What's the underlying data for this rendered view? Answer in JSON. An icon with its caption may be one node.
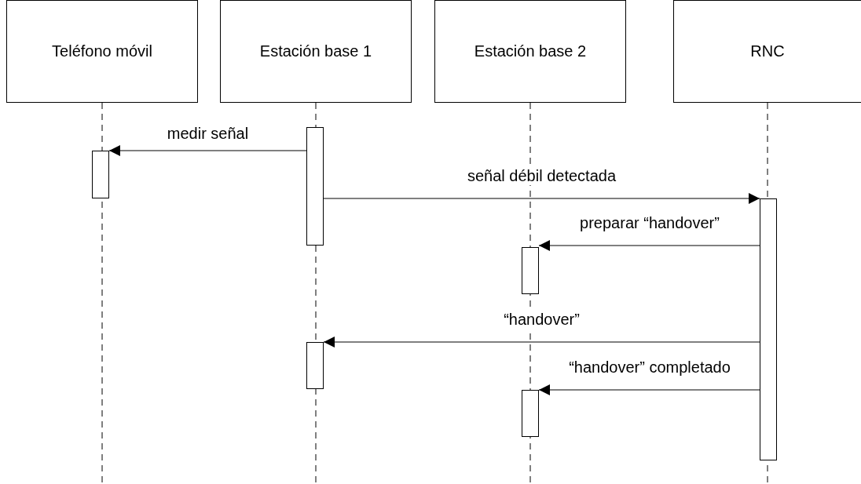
{
  "diagram": {
    "nodes": [
      {
        "text": [
          "Teléfono móvil"
        ]
      },
      {
        "text": [
          "Estación base 1"
        ]
      },
      {
        "text": [
          "Estación base 2"
        ]
      },
      {
        "text": [
          "RNC"
        ]
      },
      {
        "text": [],
        "shape": "bar"
      },
      {
        "text": [],
        "shape": "bar"
      },
      {
        "text": [],
        "shape": "bar"
      },
      {
        "text": [],
        "shape": "bar"
      },
      {
        "text": [],
        "shape": "bar"
      },
      {
        "text": [],
        "shape": "bar"
      }
    ],
    "edges": [
      {
        "from": 4,
        "to": 5,
        "arrow": "to",
        "label": "medir señal"
      },
      {
        "from": 4,
        "to": 6,
        "arrow": "to",
        "label": "señal débil detectada"
      },
      {
        "from": 6,
        "to": 7,
        "arrow": "to",
        "label": "preparar “handover”"
      },
      {
        "from": 6,
        "to": 8,
        "arrow": "to",
        "label": "“handover”"
      },
      {
        "from": 6,
        "to": 9,
        "arrow": "to",
        "label": "“handover” completado"
      }
    ]
  }
}
